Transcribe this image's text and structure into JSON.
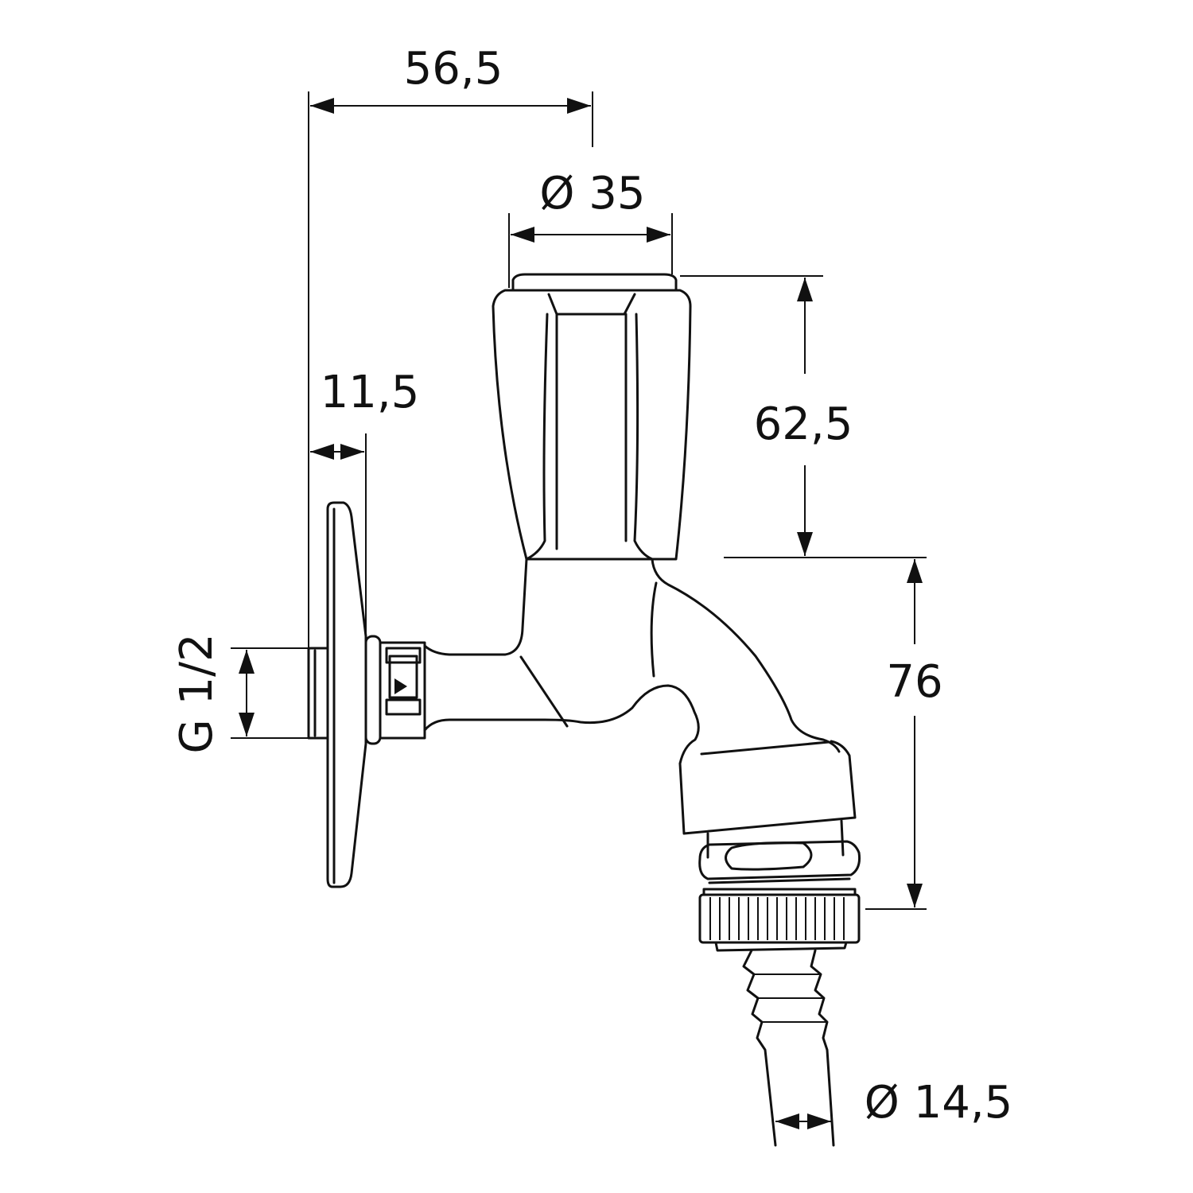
{
  "title": "Tap dimension drawing",
  "dimensions": {
    "projection": "56,5",
    "handle_diameter": "Ø 35",
    "handle_height": "62,5",
    "wall_plate_offset": "11,5",
    "outlet_height": "76",
    "thread": "G 1/2",
    "hose_diameter": "Ø 14,5"
  },
  "colors": {
    "line": "#111111",
    "background": "#ffffff"
  }
}
